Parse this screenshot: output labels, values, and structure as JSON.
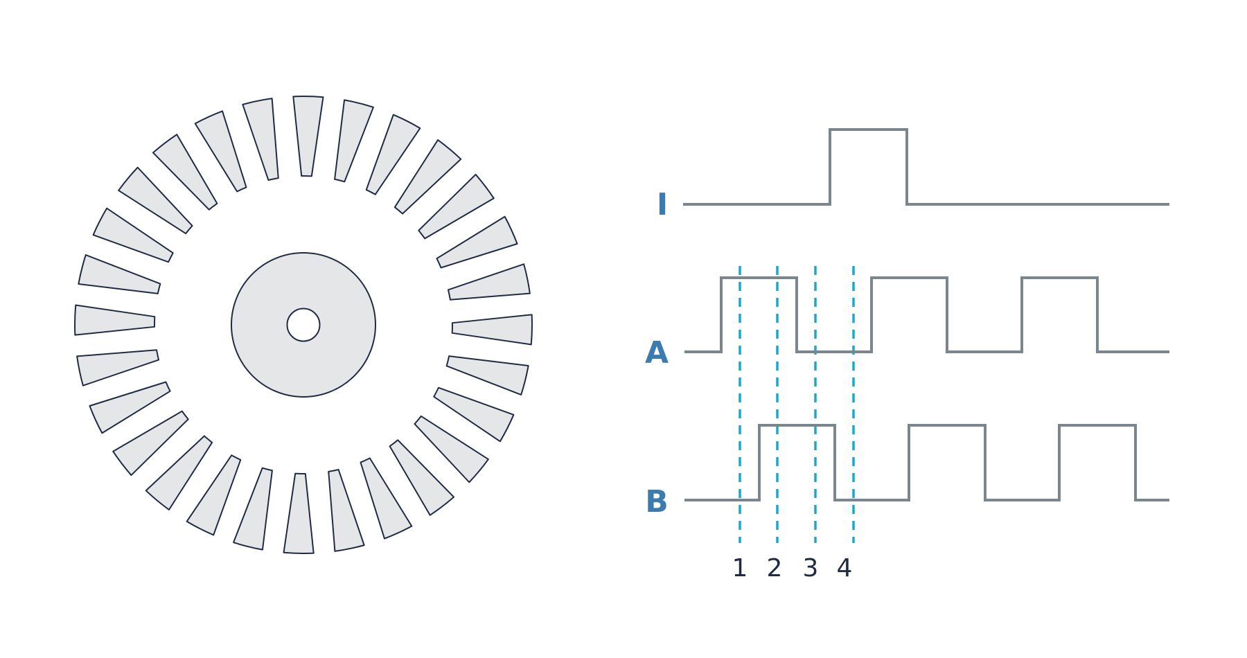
{
  "signals": [
    {
      "id": "I",
      "label": "I"
    },
    {
      "id": "A",
      "label": "A"
    },
    {
      "id": "B",
      "label": "B"
    }
  ],
  "markers": [
    {
      "label": "1"
    },
    {
      "label": "2"
    },
    {
      "label": "3"
    },
    {
      "label": "4"
    }
  ],
  "colors": {
    "disk_fill": "#e5e6e8",
    "outline": "#1f2a44",
    "waveform": "#7a868e",
    "marker_line": "#1aa8c8",
    "signal_label": "#3b7bb0"
  },
  "disk": {
    "slot_count": 28,
    "icon": "encoder-disk-icon"
  }
}
